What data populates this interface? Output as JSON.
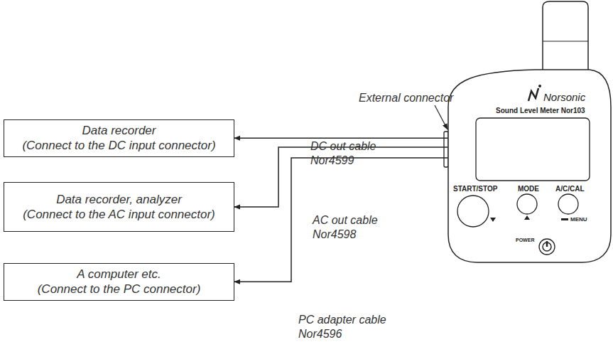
{
  "diagram": {
    "nodes": [
      {
        "text": [
          "Data recorder",
          "(Connect to the DC input connector)"
        ]
      },
      {
        "text": [
          "Data recorder, analyzer",
          "(Connect to the AC input connector)"
        ]
      },
      {
        "text": [
          "A computer etc.",
          "(Connect to the PC connector)"
        ]
      },
      {
        "text": [
          "Norsonic",
          "Sound Level Meter Nor103",
          "START/STOP",
          "MODE",
          "A/C/CAL",
          "MENU",
          "POWER"
        ]
      }
    ],
    "edges": [
      {
        "from": 3,
        "to": 0,
        "arrow": "to",
        "label": "DC out cable Nor4599"
      },
      {
        "from": 3,
        "to": 1,
        "arrow": "to",
        "label": "AC out cable Nor4598"
      },
      {
        "from": 3,
        "to": 2,
        "arrow": "to",
        "label": "PC adapter cable Nor4596"
      }
    ],
    "labels": [
      "External connector"
    ]
  }
}
